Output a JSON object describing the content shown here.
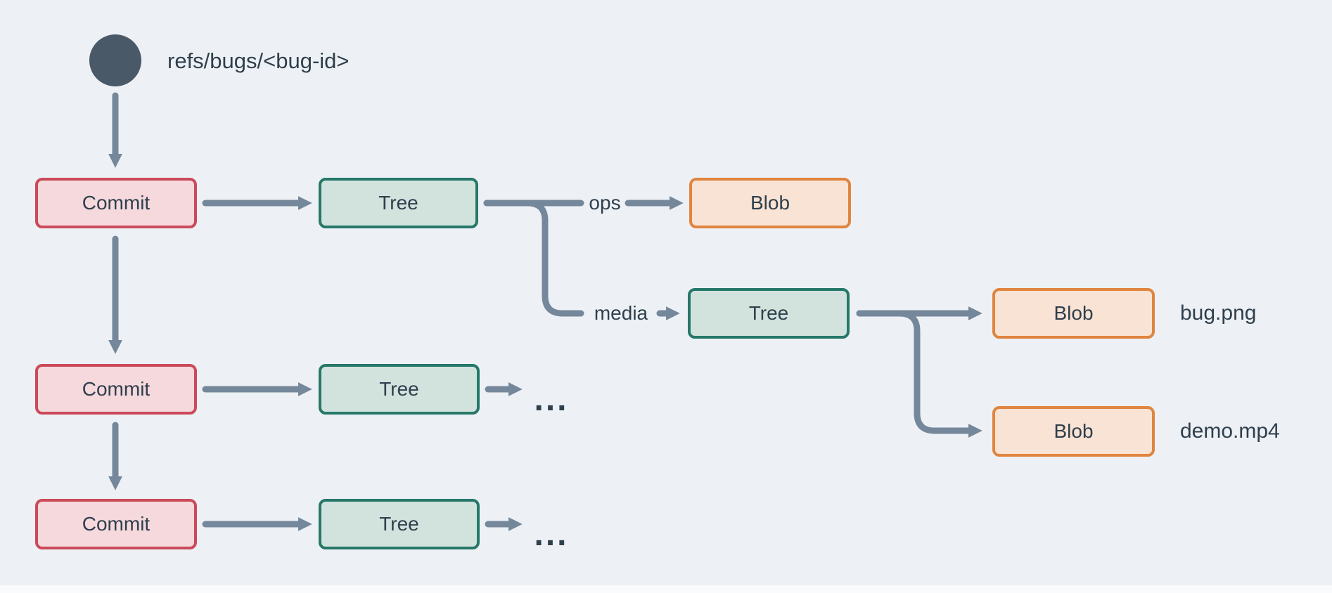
{
  "diagram": {
    "ref_label": "refs/bugs/<bug-id>",
    "edge_labels": {
      "ops": "ops",
      "media": "media"
    },
    "file_labels": {
      "bug_png": "bug.png",
      "demo_mp4": "demo.mp4"
    },
    "ellipsis_row2": "...",
    "ellipsis_row3": "...",
    "nodes": [
      {
        "id": "commit-1",
        "type": "commit",
        "label": "Commit"
      },
      {
        "id": "tree-1",
        "type": "tree",
        "label": "Tree"
      },
      {
        "id": "blob-ops",
        "type": "blob",
        "label": "Blob"
      },
      {
        "id": "tree-media",
        "type": "tree",
        "label": "Tree"
      },
      {
        "id": "blob-bug",
        "type": "blob",
        "label": "Blob"
      },
      {
        "id": "blob-demo",
        "type": "blob",
        "label": "Blob"
      },
      {
        "id": "commit-2",
        "type": "commit",
        "label": "Commit"
      },
      {
        "id": "tree-2",
        "type": "tree",
        "label": "Tree"
      },
      {
        "id": "commit-3",
        "type": "commit",
        "label": "Commit"
      },
      {
        "id": "tree-3",
        "type": "tree",
        "label": "Tree"
      }
    ],
    "edges": [
      {
        "from": "refs/bugs/<bug-id>",
        "to": "commit-1",
        "label": ""
      },
      {
        "from": "commit-1",
        "to": "tree-1",
        "label": ""
      },
      {
        "from": "tree-1",
        "to": "blob-ops",
        "label": "ops"
      },
      {
        "from": "tree-1",
        "to": "tree-media",
        "label": "media"
      },
      {
        "from": "tree-media",
        "to": "blob-bug",
        "label": "bug.png"
      },
      {
        "from": "tree-media",
        "to": "blob-demo",
        "label": "demo.mp4"
      },
      {
        "from": "commit-1",
        "to": "commit-2",
        "label": ""
      },
      {
        "from": "commit-2",
        "to": "tree-2",
        "label": ""
      },
      {
        "from": "tree-2",
        "to": "...",
        "label": ""
      },
      {
        "from": "commit-2",
        "to": "commit-3",
        "label": ""
      },
      {
        "from": "commit-3",
        "to": "tree-3",
        "label": ""
      },
      {
        "from": "tree-3",
        "to": "...",
        "label": ""
      }
    ],
    "colors": {
      "background": "#EDF1F5",
      "arrow": "#75879A",
      "ref_circle": "#4A5968",
      "text": "#2F3F4C",
      "commit_fill": "#F5D9DD",
      "commit_border": "#CB4A5A",
      "tree_fill": "#D2E3DE",
      "tree_border": "#267869",
      "blob_fill": "#F9E3D4",
      "blob_border": "#E08540"
    }
  }
}
